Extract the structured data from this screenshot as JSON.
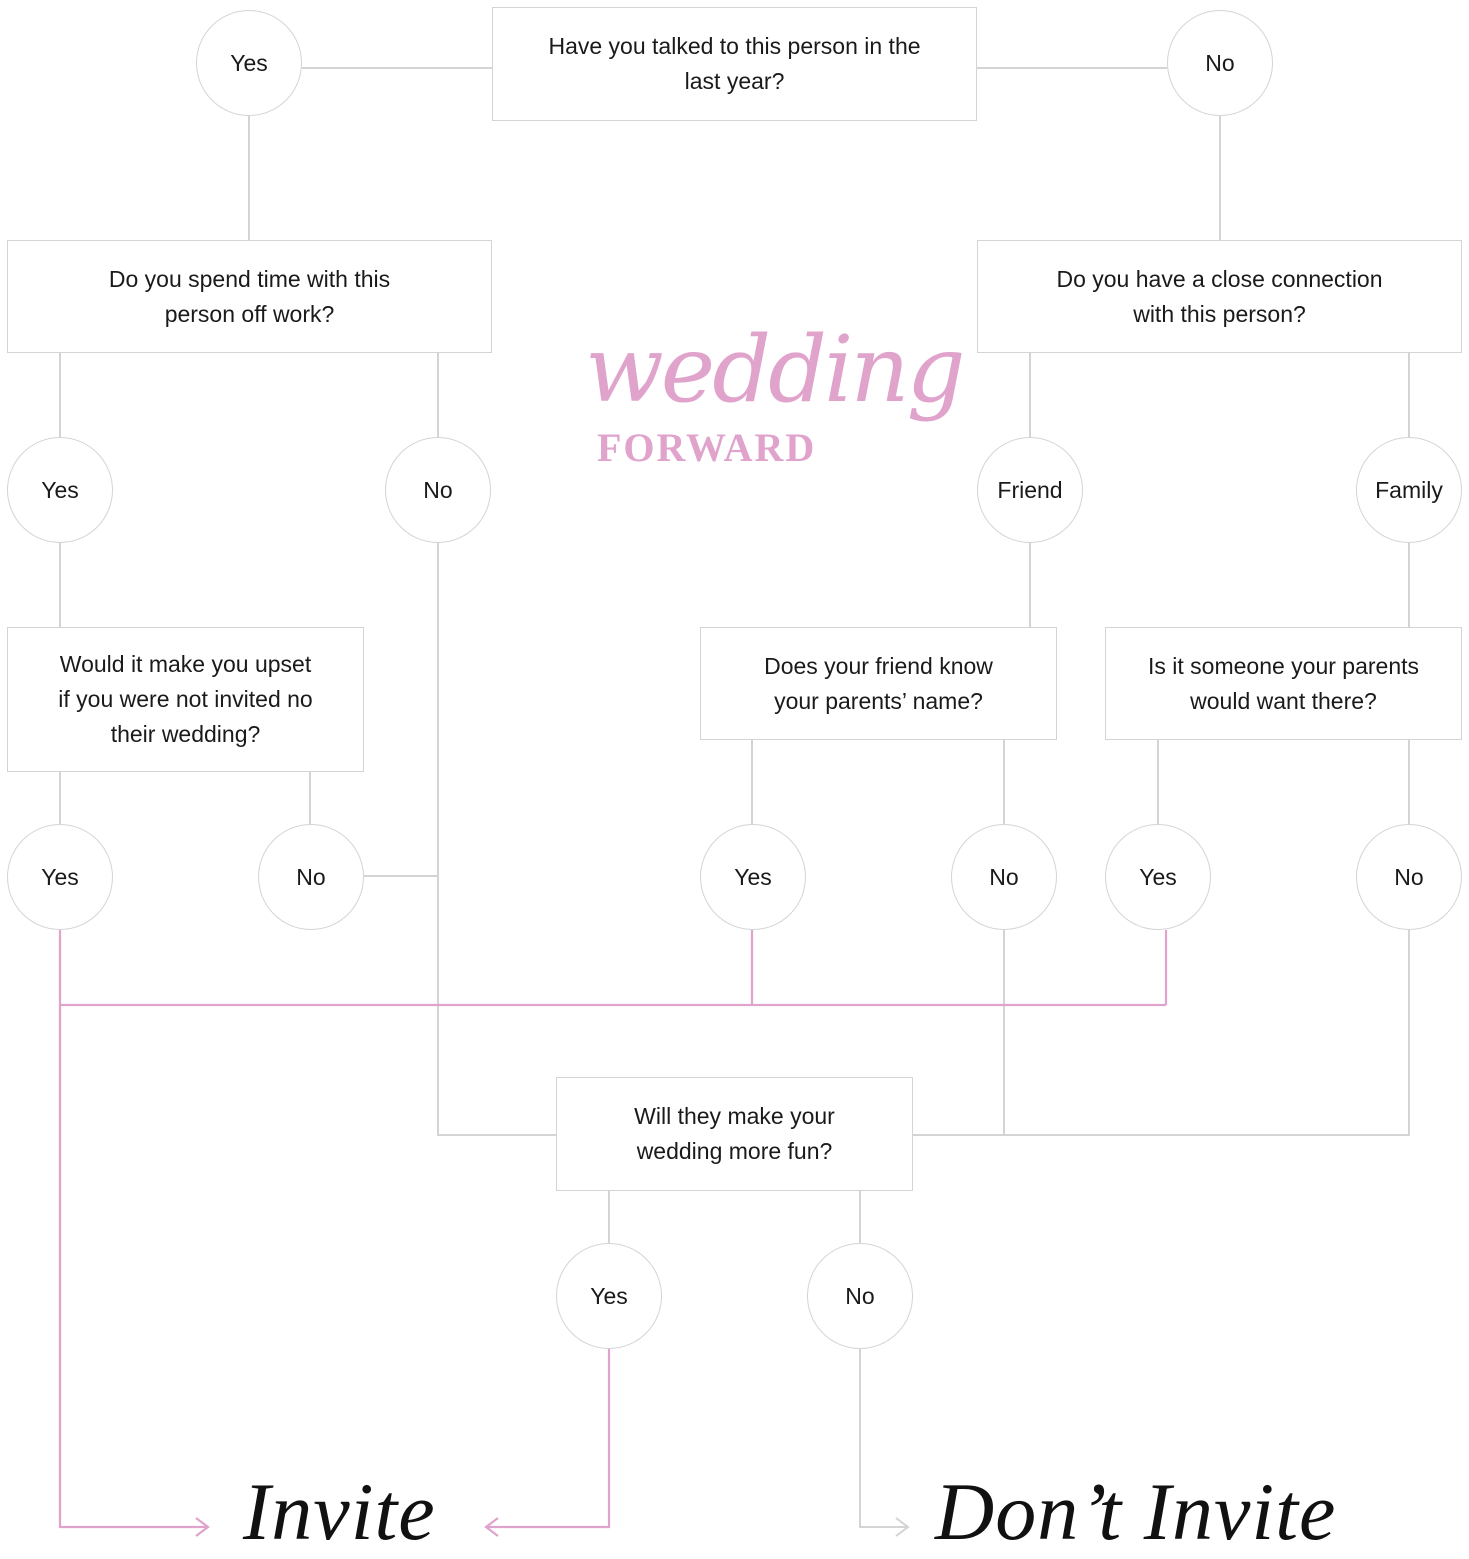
{
  "question_root": "Have you talked to this person in the last year?",
  "root_yes": "Yes",
  "root_no": "No",
  "q_off_work": "Do you spend time with this person off work?",
  "q_off_work_yes": "Yes",
  "q_off_work_no": "No",
  "q_connection": "Do you have a close connection with this person?",
  "q_connection_friend": "Friend",
  "q_connection_family": "Family",
  "q_upset": "Would it make you upset if you were not invited no their wedding?",
  "q_upset_yes": "Yes",
  "q_upset_no": "No",
  "q_parents_name": "Does your friend know your parents’ name?",
  "q_parents_name_yes": "Yes",
  "q_parents_name_no": "No",
  "q_parents_want": "Is it someone your parents would want there?",
  "q_parents_want_yes": "Yes",
  "q_parents_want_no": "No",
  "q_fun": "Will they make your wedding more fun?",
  "q_fun_yes": "Yes",
  "q_fun_no": "No",
  "outcome_invite": "Invite",
  "outcome_dont_invite": "Don’t Invite",
  "logo_script": "wedding",
  "logo_word": "FORWARD",
  "colors": {
    "line": "#d4d4d4",
    "invite_path": "#e0a3cc",
    "brand": "#e0a3cc",
    "text": "#1a1a1a"
  }
}
